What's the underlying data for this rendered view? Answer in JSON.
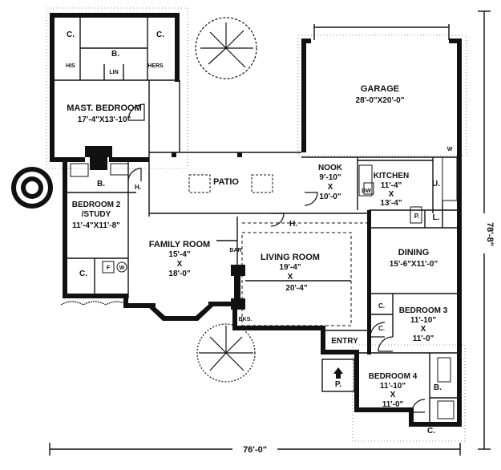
{
  "rooms": {
    "master_closet_left": "C.",
    "master_closet_right": "C.",
    "master_bath": "B.",
    "his": "HIS",
    "hers": "HERS",
    "lin": "LIN",
    "master_bedroom_name": "MAST. BEDROOM",
    "master_bedroom_size": "17'-4\"X13'-10\"",
    "patio": "PATIO",
    "garage_name": "GARAGE",
    "garage_size": "28'-0\"X20'-0\"",
    "nook_name": "NOOK",
    "nook_w": "9'-10\"",
    "nook_x": "X",
    "nook_h": "10'-0\"",
    "kitchen_name": "KITCHEN",
    "kitchen_w": "11'-4\"",
    "kitchen_x": "X",
    "kitchen_h": "13'-4\"",
    "dw": "DW",
    "w_laundry": "W",
    "u": "U.",
    "p_pantry": "P.",
    "l": "L.",
    "bath2": "B.",
    "hall_h1": "H.",
    "bedroom2_name": "BEDROOM 2",
    "bedroom2_sub": "/STUDY",
    "bedroom2_size": "11'-4\"X11'-8\"",
    "hall_h2": "H.",
    "family_name": "FAMILY ROOM",
    "family_w": "15'-4\"",
    "family_x": "X",
    "family_h": "18'-0\"",
    "bar": "BAR",
    "living_name": "LIVING ROOM",
    "living_w": "19'-4\"",
    "living_x": "X",
    "living_h": "20'-4\"",
    "dining_name": "DINING",
    "dining_size": "15'-6\"X11'-0\"",
    "closet_c": "C.",
    "f": "F",
    "w_washer": "W",
    "bks": "BKS.",
    "entry": "ENTRY",
    "porch": "P.",
    "closet_b3a": "C.",
    "closet_b3b": "C.",
    "bedroom3_name": "BEDROOM 3",
    "bedroom3_w": "11'-10\"",
    "bedroom3_x": "X",
    "bedroom3_h": "11'-0\"",
    "bedroom4_name": "BEDROOM 4",
    "bedroom4_w": "11'-10\"",
    "bedroom4_x": "X",
    "bedroom4_h": "11'-0\"",
    "bath4": "B.",
    "closet_b4": "C."
  },
  "dimensions": {
    "overall_width": "76'-0\"",
    "overall_depth": "78'-8\""
  }
}
